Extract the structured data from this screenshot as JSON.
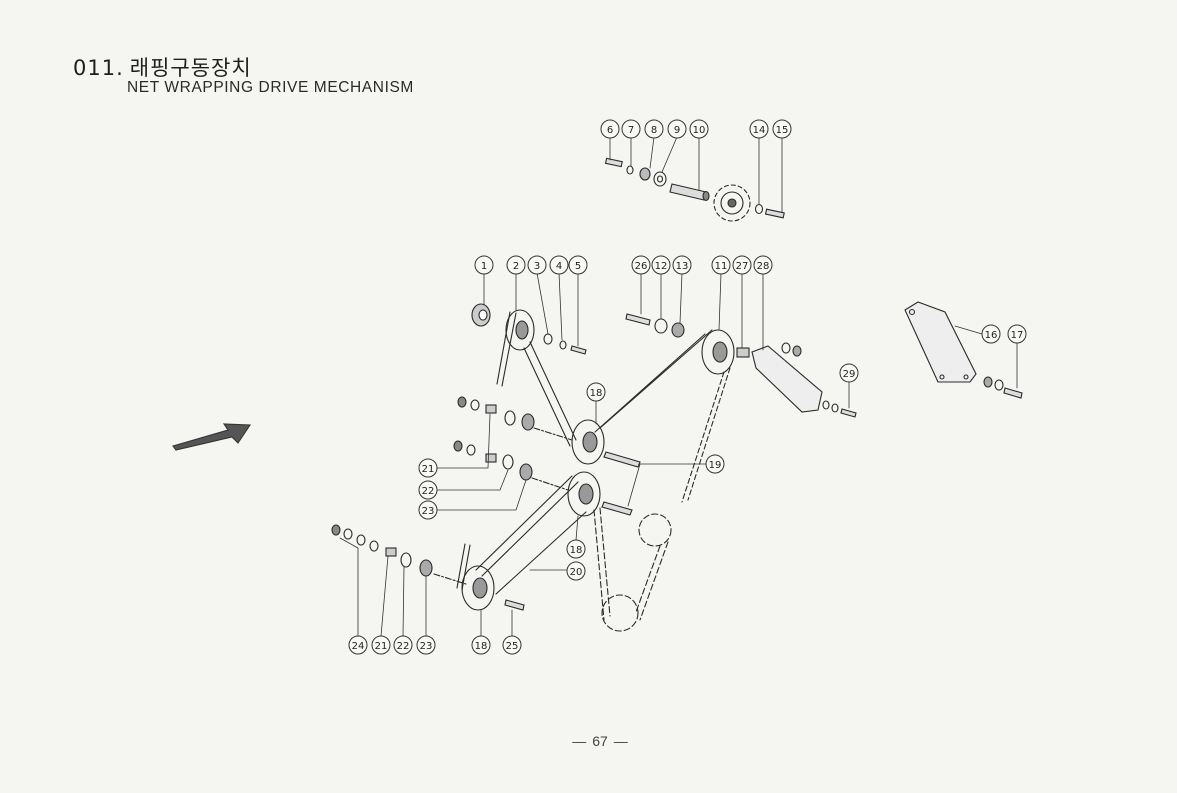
{
  "section": {
    "number": "011.",
    "title_ko": "래핑구동장치",
    "title_en": "NET WRAPPING DRIVE MECHANISM"
  },
  "page": {
    "number": "67",
    "dash": "—"
  },
  "callouts": [
    {
      "label": "6"
    },
    {
      "label": "7"
    },
    {
      "label": "8"
    },
    {
      "label": "9"
    },
    {
      "label": "10"
    },
    {
      "label": "14"
    },
    {
      "label": "15"
    },
    {
      "label": "1"
    },
    {
      "label": "2"
    },
    {
      "label": "3"
    },
    {
      "label": "4"
    },
    {
      "label": "5"
    },
    {
      "label": "26"
    },
    {
      "label": "12"
    },
    {
      "label": "13"
    },
    {
      "label": "11"
    },
    {
      "label": "27"
    },
    {
      "label": "28"
    },
    {
      "label": "16"
    },
    {
      "label": "17"
    },
    {
      "label": "29"
    },
    {
      "label": "18"
    },
    {
      "label": "19"
    },
    {
      "label": "21"
    },
    {
      "label": "22"
    },
    {
      "label": "23"
    },
    {
      "label": "18"
    },
    {
      "label": "20"
    },
    {
      "label": "24"
    },
    {
      "label": "21"
    },
    {
      "label": "22"
    },
    {
      "label": "23"
    },
    {
      "label": "18"
    },
    {
      "label": "25"
    }
  ]
}
